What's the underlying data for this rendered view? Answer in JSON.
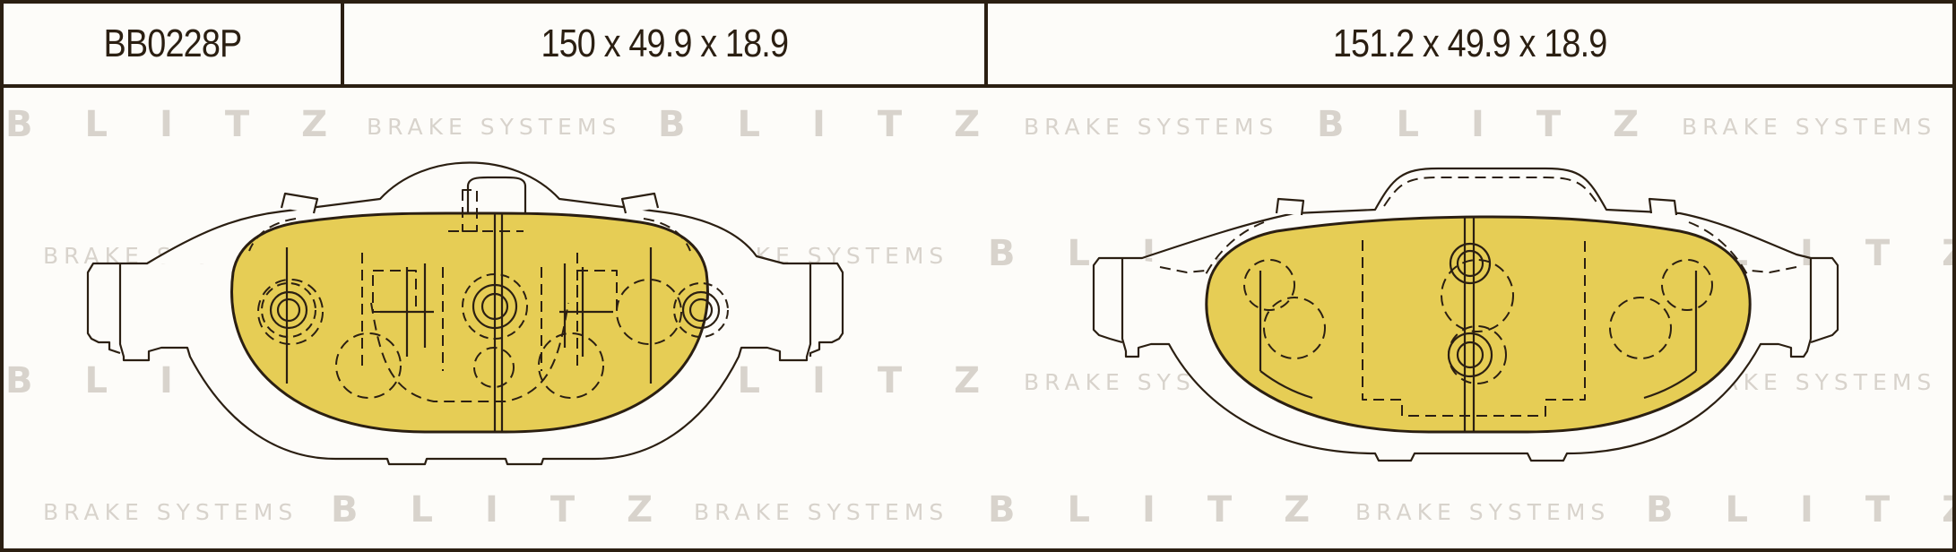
{
  "header": {
    "code": "BB0228P",
    "size_left": "150 x 49.9 x 18.9",
    "size_right": "151.2 x 49.9 x 18.9"
  },
  "watermark": {
    "brand": "BLITZ",
    "tagline": "BRAKE SYSTEMS"
  },
  "colors": {
    "pad_fill": "#e6cd55",
    "line": "#2b1f12",
    "watermark": "#d8d3cc",
    "background": "#fdfcf9"
  }
}
